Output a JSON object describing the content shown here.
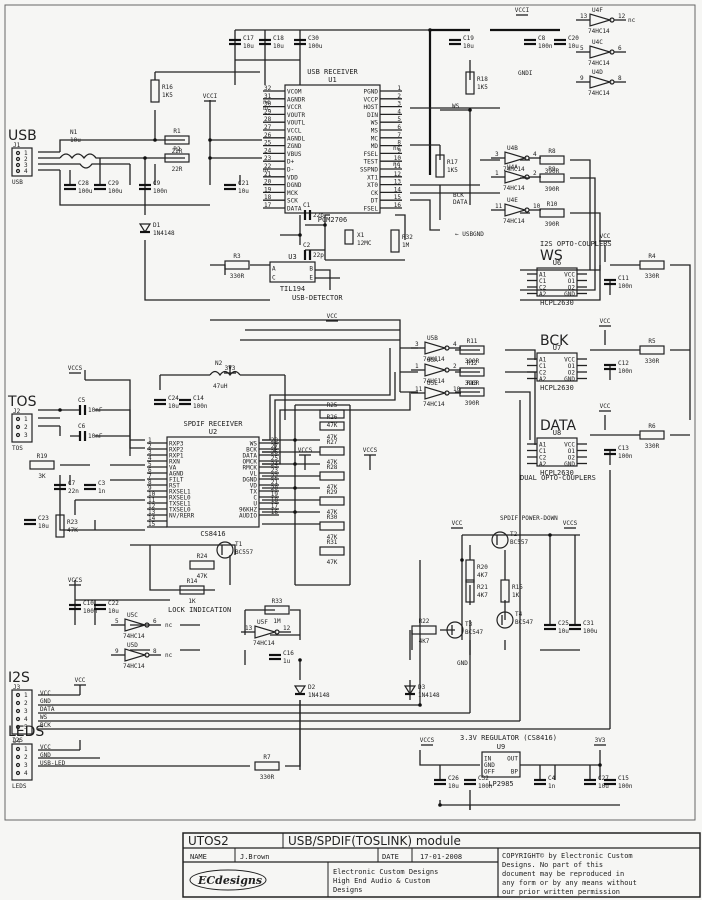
{
  "connectors": {
    "usb": {
      "label": "USB",
      "ref": "J1",
      "sub": "USB",
      "pins": [
        "1",
        "2",
        "3",
        "4"
      ]
    },
    "tos": {
      "label": "TOS",
      "ref": "J2",
      "sub": "TOS",
      "pins": [
        "1",
        "2",
        "3"
      ]
    },
    "i2s": {
      "label": "I2S",
      "ref": "J3",
      "sub": "I2S",
      "pins": [
        "1",
        "2",
        "3",
        "4",
        "5"
      ],
      "signals": [
        "VCC",
        "GND",
        "DATA",
        "WS",
        "BCK"
      ]
    },
    "leds": {
      "label": "LEDS",
      "ref": "J4",
      "sub": "LEDS",
      "pins": [
        "1",
        "2",
        "3",
        "4"
      ],
      "signals": [
        "VCC",
        "GND",
        "USB-LED"
      ]
    }
  },
  "power_labels": {
    "vcci": "VCCI",
    "gndi": "GNDI",
    "vccs": "VCCS",
    "vcc": "VCC",
    "v3v3": "3V3",
    "gnd": "GND",
    "usbgnd": "USBGND"
  },
  "u1": {
    "ref": "U1",
    "title": "USB RECEIVER",
    "part": "PCM2706",
    "left_nums": [
      "32",
      "31",
      "30",
      "29",
      "28",
      "27",
      "26",
      "25",
      "24",
      "23",
      "22",
      "21",
      "20",
      "19",
      "18",
      "17"
    ],
    "left": [
      "VCOM",
      "AGNDR",
      "VCCR",
      "VOUTR",
      "VOUTL",
      "VCCL",
      "AGNDL",
      "ZGND",
      "VBUS",
      "D+",
      "D-",
      "VDD",
      "DGND",
      "MCK",
      "SCK",
      "DATA"
    ],
    "right_nums": [
      "1",
      "2",
      "3",
      "4",
      "5",
      "6",
      "7",
      "8",
      "9",
      "10",
      "11",
      "12",
      "13",
      "14",
      "15",
      "16"
    ],
    "right": [
      "PGND",
      "VCCP",
      "HOST",
      "DIN",
      "WS",
      "MS",
      "MC",
      "MD",
      "FSEL",
      "TEST",
      "SSPND",
      "XT1",
      "XT0",
      "CK",
      "DT",
      "FSEL"
    ],
    "nc": "nc"
  },
  "u2": {
    "ref": "U2",
    "title": "SPDIF RECEIVER",
    "part": "CS8416",
    "left_nums": [
      "1",
      "2",
      "3",
      "4",
      "5",
      "6",
      "7",
      "8",
      "9",
      "10",
      "11",
      "12",
      "13",
      "14",
      "15"
    ],
    "left": [
      "RXP3",
      "RXP2",
      "RXP1",
      "RXN",
      "VA",
      "AGND",
      "FILT",
      "RST",
      "RXSEL1",
      "RXSEL0",
      "TXSEL1",
      "TXSEL0",
      "NV/RERR",
      "",
      ""
    ],
    "right_nums": [
      "28",
      "27",
      "26",
      "25",
      "24",
      "23",
      "22",
      "21",
      "20",
      "19",
      "18",
      "17",
      "16"
    ],
    "right": [
      "WS",
      "BCK",
      "DATA",
      "OMCK",
      "RMCK",
      "VL",
      "DGND",
      "VD",
      "TX",
      "C",
      "U",
      "96KHZ",
      "AUDIO"
    ]
  },
  "u3": {
    "ref": "U3",
    "part": "TIL194",
    "label": "USB-DETECTOR",
    "pins": [
      "A",
      "C",
      "B",
      "E"
    ]
  },
  "u4": {
    "part": "74HC14",
    "gates": [
      {
        "ref": "U4F",
        "in": "13",
        "out": "12"
      },
      {
        "ref": "U4C",
        "in": "5",
        "out": "6"
      },
      {
        "ref": "U4D",
        "in": "9",
        "out": "8"
      },
      {
        "ref": "U4B",
        "in": "3",
        "out": "4"
      },
      {
        "ref": "U4A",
        "in": "1",
        "out": "2"
      },
      {
        "ref": "U4E",
        "in": "11",
        "out": "10"
      }
    ]
  },
  "u5": {
    "part": "74HC14",
    "gates": [
      {
        "ref": "U5B",
        "in": "3",
        "out": "4"
      },
      {
        "ref": "U5A",
        "in": "1",
        "out": "2"
      },
      {
        "ref": "U5E",
        "in": "11",
        "out": "10"
      },
      {
        "ref": "U5C",
        "in": "5",
        "out": "6"
      },
      {
        "ref": "U5D",
        "in": "9",
        "out": "8"
      },
      {
        "ref": "U5F",
        "in": "13",
        "out": "12"
      }
    ]
  },
  "opto": {
    "title": "I2S OPTO-COUPLERS",
    "subtitle": "DUAL OPTO-COUPLERS",
    "part": "HCPL2630",
    "units": [
      {
        "name": "WS",
        "ref": "U6"
      },
      {
        "name": "BCK",
        "ref": "U7"
      },
      {
        "name": "DATA",
        "ref": "U8"
      }
    ],
    "pins_left": [
      "A1",
      "C1",
      "C2",
      "A2"
    ],
    "pins_right": [
      "VCC",
      "O1",
      "O2",
      "GND"
    ]
  },
  "regulator": {
    "title": "3.3V REGULATOR (CS8416)",
    "ref": "U9",
    "part": "LP2985",
    "pins": [
      "IN",
      "GND",
      "OFF",
      "OUT",
      "BP"
    ]
  },
  "sections": {
    "spdif_power": "SPDIF POWER-DOWN",
    "lock": "LOCK INDICATION"
  },
  "resistors": [
    {
      "ref": "R1",
      "val": "22R"
    },
    {
      "ref": "R2",
      "val": "22R"
    },
    {
      "ref": "R3",
      "val": "330R"
    },
    {
      "ref": "R7",
      "val": "330R"
    },
    {
      "ref": "R8",
      "val": "390R"
    },
    {
      "ref": "R9",
      "val": "390R"
    },
    {
      "ref": "R10",
      "val": "390R"
    },
    {
      "ref": "R11",
      "val": "390R"
    },
    {
      "ref": "R12",
      "val": "390R"
    },
    {
      "ref": "R13",
      "val": "390R"
    },
    {
      "ref": "R4",
      "val": "330R"
    },
    {
      "ref": "R5",
      "val": "330R"
    },
    {
      "ref": "R6",
      "val": "330R"
    },
    {
      "ref": "R16",
      "val": "1K5"
    },
    {
      "ref": "R17",
      "val": "1K5"
    },
    {
      "ref": "R18",
      "val": "1K5"
    },
    {
      "ref": "R32",
      "val": "1M"
    },
    {
      "ref": "R19",
      "val": "3K"
    },
    {
      "ref": "R23",
      "val": "47K"
    },
    {
      "ref": "R24",
      "val": "47K"
    },
    {
      "ref": "R14",
      "val": "1K"
    },
    {
      "ref": "R33",
      "val": "1M"
    },
    {
      "ref": "R20",
      "val": "4K7"
    },
    {
      "ref": "R21",
      "val": "4K7"
    },
    {
      "ref": "R15",
      "val": "1K"
    },
    {
      "ref": "R22",
      "val": "4K7"
    },
    {
      "ref": "R25",
      "val": "47K"
    },
    {
      "ref": "R26",
      "val": "47K"
    },
    {
      "ref": "R27",
      "val": "47K"
    },
    {
      "ref": "R28",
      "val": "47K"
    },
    {
      "ref": "R29",
      "val": "47K"
    },
    {
      "ref": "R30",
      "val": "47K"
    },
    {
      "ref": "R31",
      "val": "47K"
    }
  ],
  "capacitors": [
    {
      "ref": "C17",
      "val": "10u"
    },
    {
      "ref": "C18",
      "val": "10u"
    },
    {
      "ref": "C30",
      "val": "100u"
    },
    {
      "ref": "C19",
      "val": "10u"
    },
    {
      "ref": "C8",
      "val": "100n"
    },
    {
      "ref": "C20",
      "val": "10u"
    },
    {
      "ref": "C28",
      "val": "100u"
    },
    {
      "ref": "C29",
      "val": "100u"
    },
    {
      "ref": "C9",
      "val": "100n"
    },
    {
      "ref": "C21",
      "val": "10u"
    },
    {
      "ref": "C1",
      "val": "22p"
    },
    {
      "ref": "C2",
      "val": "22p"
    },
    {
      "ref": "C11",
      "val": "100n"
    },
    {
      "ref": "C12",
      "val": "100n"
    },
    {
      "ref": "C13",
      "val": "100n"
    },
    {
      "ref": "C24",
      "val": "10u"
    },
    {
      "ref": "C14",
      "val": "100n"
    },
    {
      "ref": "C5",
      "val": "10nF"
    },
    {
      "ref": "C6",
      "val": "10nF"
    },
    {
      "ref": "C7",
      "val": "22n"
    },
    {
      "ref": "C3",
      "val": "1n"
    },
    {
      "ref": "C23",
      "val": "10u"
    },
    {
      "ref": "C10",
      "val": "100n"
    },
    {
      "ref": "C22",
      "val": "10u"
    },
    {
      "ref": "C16",
      "val": "1u"
    },
    {
      "ref": "C25",
      "val": "10u"
    },
    {
      "ref": "C31",
      "val": "100u"
    },
    {
      "ref": "C26",
      "val": "10u"
    },
    {
      "ref": "C32",
      "val": "100n"
    },
    {
      "ref": "C4",
      "val": "1n"
    },
    {
      "ref": "C27",
      "val": "10u"
    },
    {
      "ref": "C15",
      "val": "100n"
    }
  ],
  "discretes": {
    "d1": {
      "ref": "D1",
      "val": "1N4148"
    },
    "d2": {
      "ref": "D2",
      "val": "1N4148"
    },
    "d3": {
      "ref": "D3",
      "val": "1N4148"
    },
    "x1": {
      "ref": "X1",
      "val": "12MC"
    },
    "n1": {
      "ref": "N1",
      "val": "10u"
    },
    "n2": {
      "ref": "N2",
      "val": "47uH"
    },
    "t1": {
      "ref": "T1",
      "val": "BC557"
    },
    "t2": {
      "ref": "T2",
      "val": "BC557"
    },
    "t3": {
      "ref": "T3",
      "val": "BC547"
    },
    "t4": {
      "ref": "T4",
      "val": "BC547"
    }
  },
  "titleblock": {
    "project": "UTOS2",
    "title": "USB/SPDIF(TOSLINK) module",
    "name_label": "NAME",
    "name": "J.Brown",
    "date_label": "DATE",
    "date": "17-01-2008",
    "copyright": [
      "COPYRIGHT© by Electronic Custom",
      "Designs. No part of this",
      "document may be reproduced in",
      "any form or by any means without",
      "our prior written permission"
    ],
    "company": [
      "Electronic Custom Designs",
      "High End Audio & Custom",
      "Designs"
    ],
    "logo": "ECdesigns"
  }
}
